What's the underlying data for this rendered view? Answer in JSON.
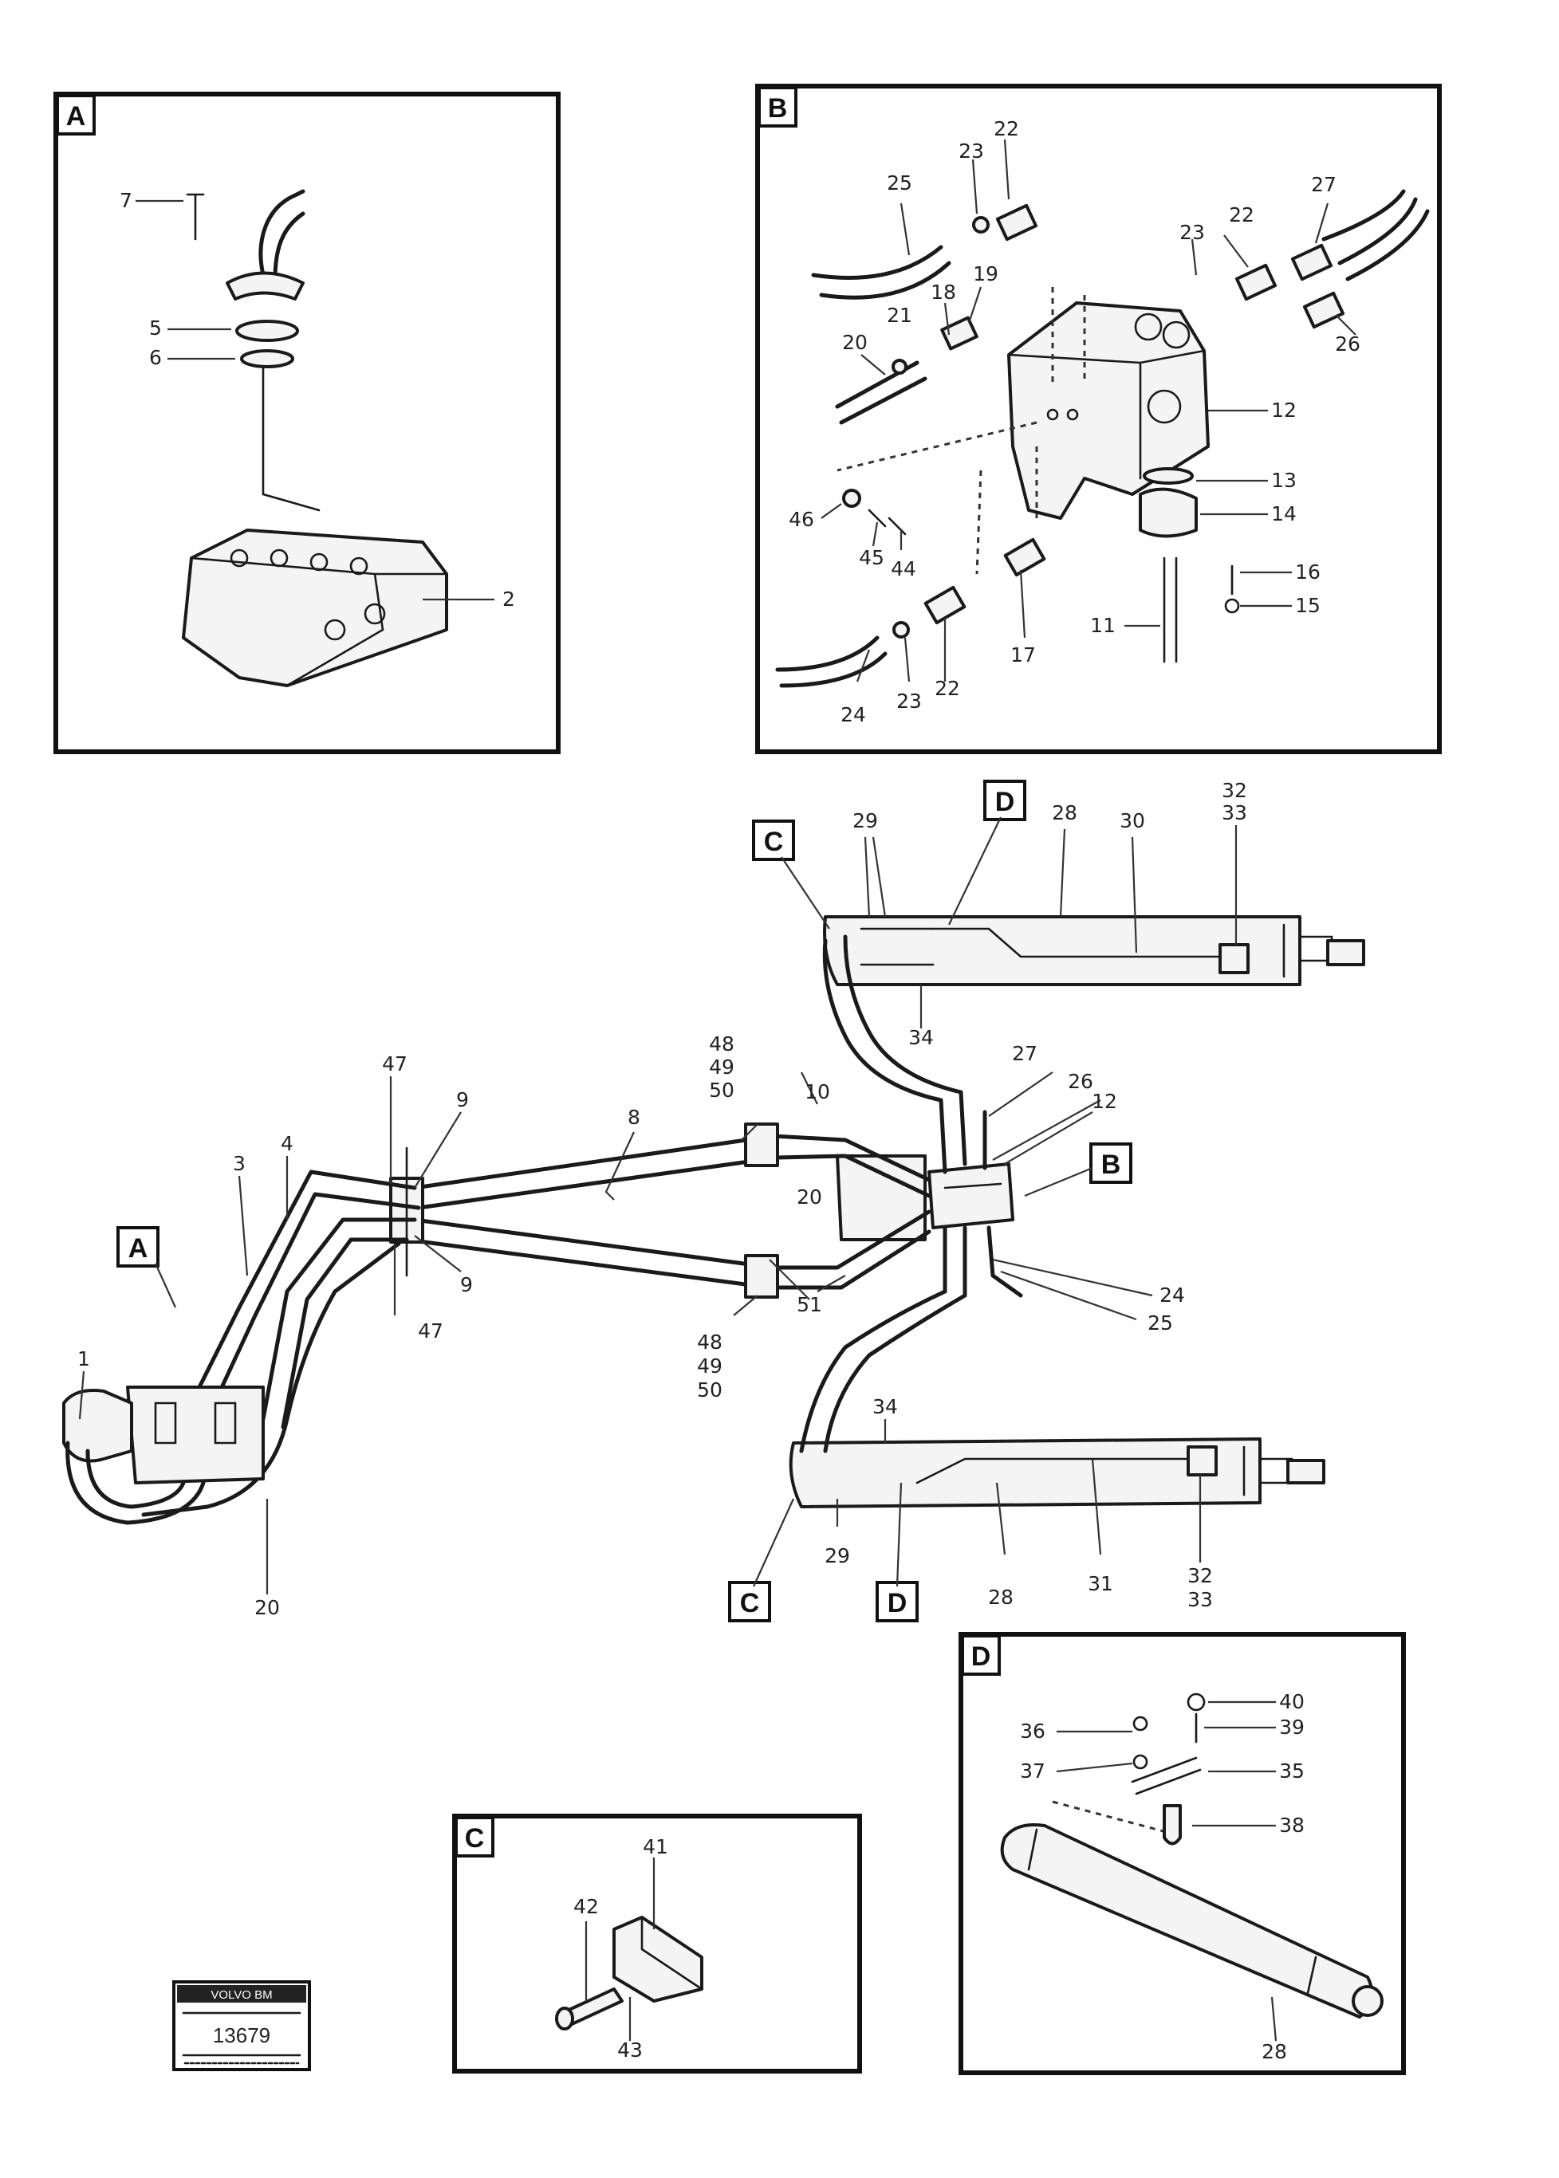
{
  "detail_tags": {
    "a": "A",
    "b": "B",
    "c": "C",
    "d": "D"
  },
  "stamp": {
    "top": "VOLVO BM",
    "code": "13679"
  },
  "labels": {
    "a_7": "7",
    "a_5": "5",
    "a_6": "6",
    "a_2": "2",
    "b_22t": "22",
    "b_23t": "23",
    "b_25": "25",
    "b_18": "18",
    "b_19": "19",
    "b_20": "20",
    "b_21": "21",
    "b_23r": "23",
    "b_22r": "22",
    "b_27": "27",
    "b_26": "26",
    "b_12": "12",
    "b_13": "13",
    "b_14": "14",
    "b_16": "16",
    "b_15": "15",
    "b_11": "11",
    "b_17": "17",
    "b_46": "46",
    "b_45": "45",
    "b_44": "44",
    "b_24": "24",
    "b_23b": "23",
    "b_22b": "22",
    "m_29t": "29",
    "m_28t": "28",
    "m_30": "30",
    "m_32t": "32",
    "m_33t": "33",
    "m_34t": "34",
    "m_27": "27",
    "m_26": "26",
    "m_12": "12",
    "m_24": "24",
    "m_25": "25",
    "m_10": "10",
    "m_20m": "20",
    "m_8": "8",
    "m_48t": "48",
    "m_49t": "49",
    "m_50t": "50",
    "m_48b": "48",
    "m_49b": "49",
    "m_50b": "50",
    "m_51": "51",
    "m_47t": "47",
    "m_9t": "9",
    "m_9b": "9",
    "m_47b": "47",
    "m_4": "4",
    "m_3": "3",
    "m_1": "1",
    "m_20b": "20",
    "m_34b": "34",
    "m_29b": "29",
    "m_28b": "28",
    "m_31": "31",
    "m_32b": "32",
    "m_33b": "33",
    "c_41": "41",
    "c_42": "42",
    "c_43": "43",
    "d_40": "40",
    "d_36": "36",
    "d_39": "39",
    "d_37": "37",
    "d_35": "35",
    "d_38": "38",
    "d_28": "28"
  }
}
